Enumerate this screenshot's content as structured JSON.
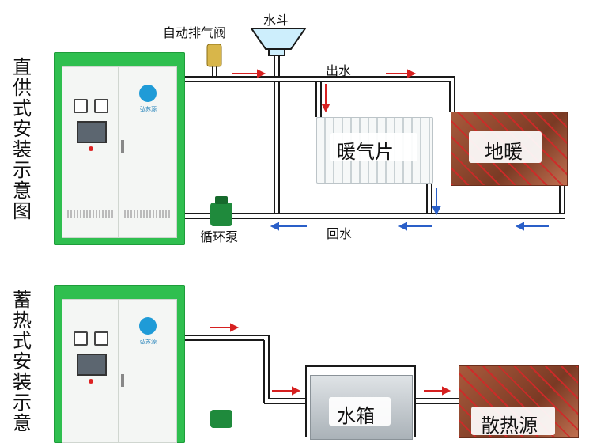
{
  "section_direct": {
    "title": "直供式安装示意图",
    "labels": {
      "auto_vent_valve": "自动排气阀",
      "water_funnel": "水斗",
      "outlet": "出水",
      "radiator": "暖气片",
      "floor_heating": "地暖",
      "pump": "循环泵",
      "return": "回水"
    }
  },
  "section_storage": {
    "title": "蓄热式安装示意",
    "labels": {
      "water_tank": "水箱",
      "heat_sink": "散热源"
    }
  },
  "cabinet_logo_text": "弘苏源",
  "colors": {
    "cabinet_green": "#2fbf4f",
    "pipe": "#1a1a1a",
    "arrow_red": "#d62020",
    "arrow_blue": "#2a5fc8"
  }
}
